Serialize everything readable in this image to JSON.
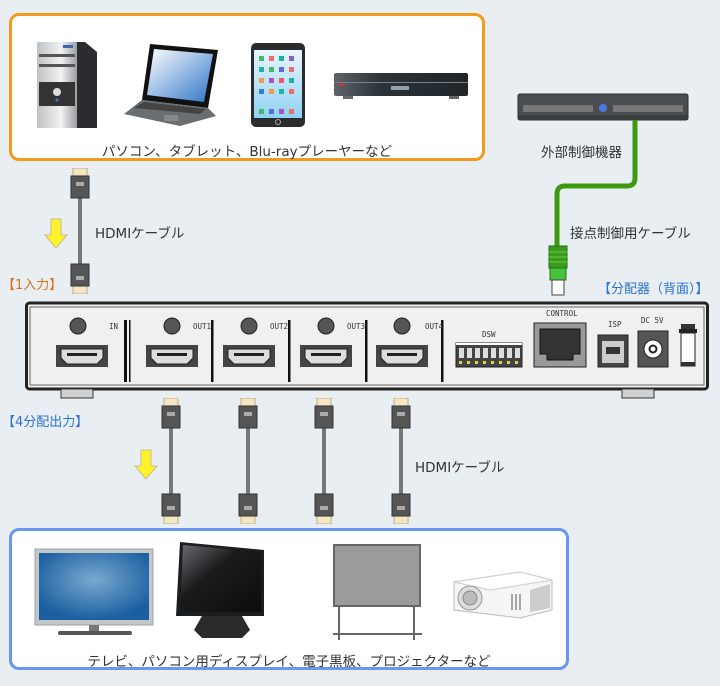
{
  "source_devices": {
    "caption": "パソコン、タブレット、Blu-rayプレーヤーなど",
    "items": [
      "desktop-pc",
      "laptop",
      "tablet",
      "blu-ray-player"
    ],
    "border_color": "#f29a1a"
  },
  "input_cable": {
    "label": "HDMIケーブル"
  },
  "input_label": "【1入力】",
  "external_control": {
    "device_label": "外部制御機器",
    "cable_label": "接点制御用ケーブル",
    "cable_color": "#3d9a10"
  },
  "splitter": {
    "title": "【分配器（背面）】",
    "ports": {
      "in": "IN",
      "out1": "OUT1",
      "out2": "OUT2",
      "out3": "OUT3",
      "out4": "OUT4",
      "dsw": "DSW",
      "control": "CONTROL",
      "isp": "ISP",
      "dc": "DC 5V"
    }
  },
  "output_label": "【4分配出力】",
  "output_cables": {
    "label": "HDMIケーブル",
    "count": 4
  },
  "destination_devices": {
    "caption": "テレビ、パソコン用ディスプレイ、電子黒板、プロジェクターなど",
    "items": [
      "tv",
      "pc-monitor",
      "electronic-whiteboard",
      "projector"
    ],
    "border_color": "#6797ee"
  }
}
